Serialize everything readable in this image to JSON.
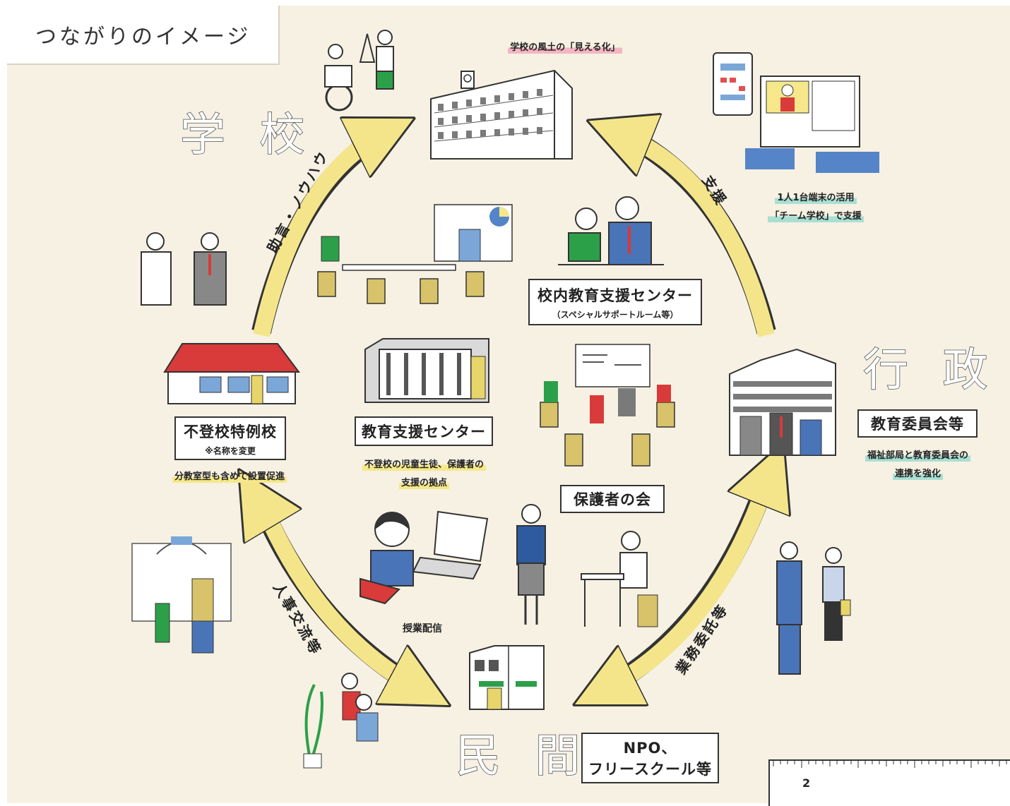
{
  "title": "つながりのイメージ",
  "sectors": {
    "school": "学 校",
    "gov": "行 政",
    "private": "民 間"
  },
  "arrows": {
    "advice": "助言・ノウハウ",
    "support": "支援",
    "personnel": "人事交流等",
    "outsourcing": "業務委託等"
  },
  "notes": {
    "school_culture": "学校の風土の「見える化」",
    "device_line1": "1人1台端末の活用",
    "device_line2": "「チーム学校」で支援",
    "tokurei_note": "分教室型も含めて設置促進",
    "center_note_line1": "不登校の児童生徒、保護者の",
    "center_note_line2": "支援の拠点",
    "welfare_line1": "福祉部局と教育委員会の",
    "welfare_line2": "連携を強化",
    "online_class": "授業配信"
  },
  "boxes": {
    "inschool_main": "校内教育支援センター",
    "inschool_sub": "（スペシャルサポートルーム等）",
    "tokurei_main": "不登校特例校",
    "tokurei_sub": "※名称を変更",
    "center": "教育支援センター",
    "board": "教育委員会等",
    "parents": "保護者の会",
    "npo_line1": "NPO、",
    "npo_line2": "フリースクール等"
  },
  "page_number": "2",
  "colors": {
    "background": "#f6f1e3",
    "arrow": "#f4e58a",
    "accent_red": "#d93a3a",
    "highlight_yellow": "#f6e88a",
    "highlight_pink": "#f3b6c2",
    "highlight_teal": "#a9dfd3"
  }
}
